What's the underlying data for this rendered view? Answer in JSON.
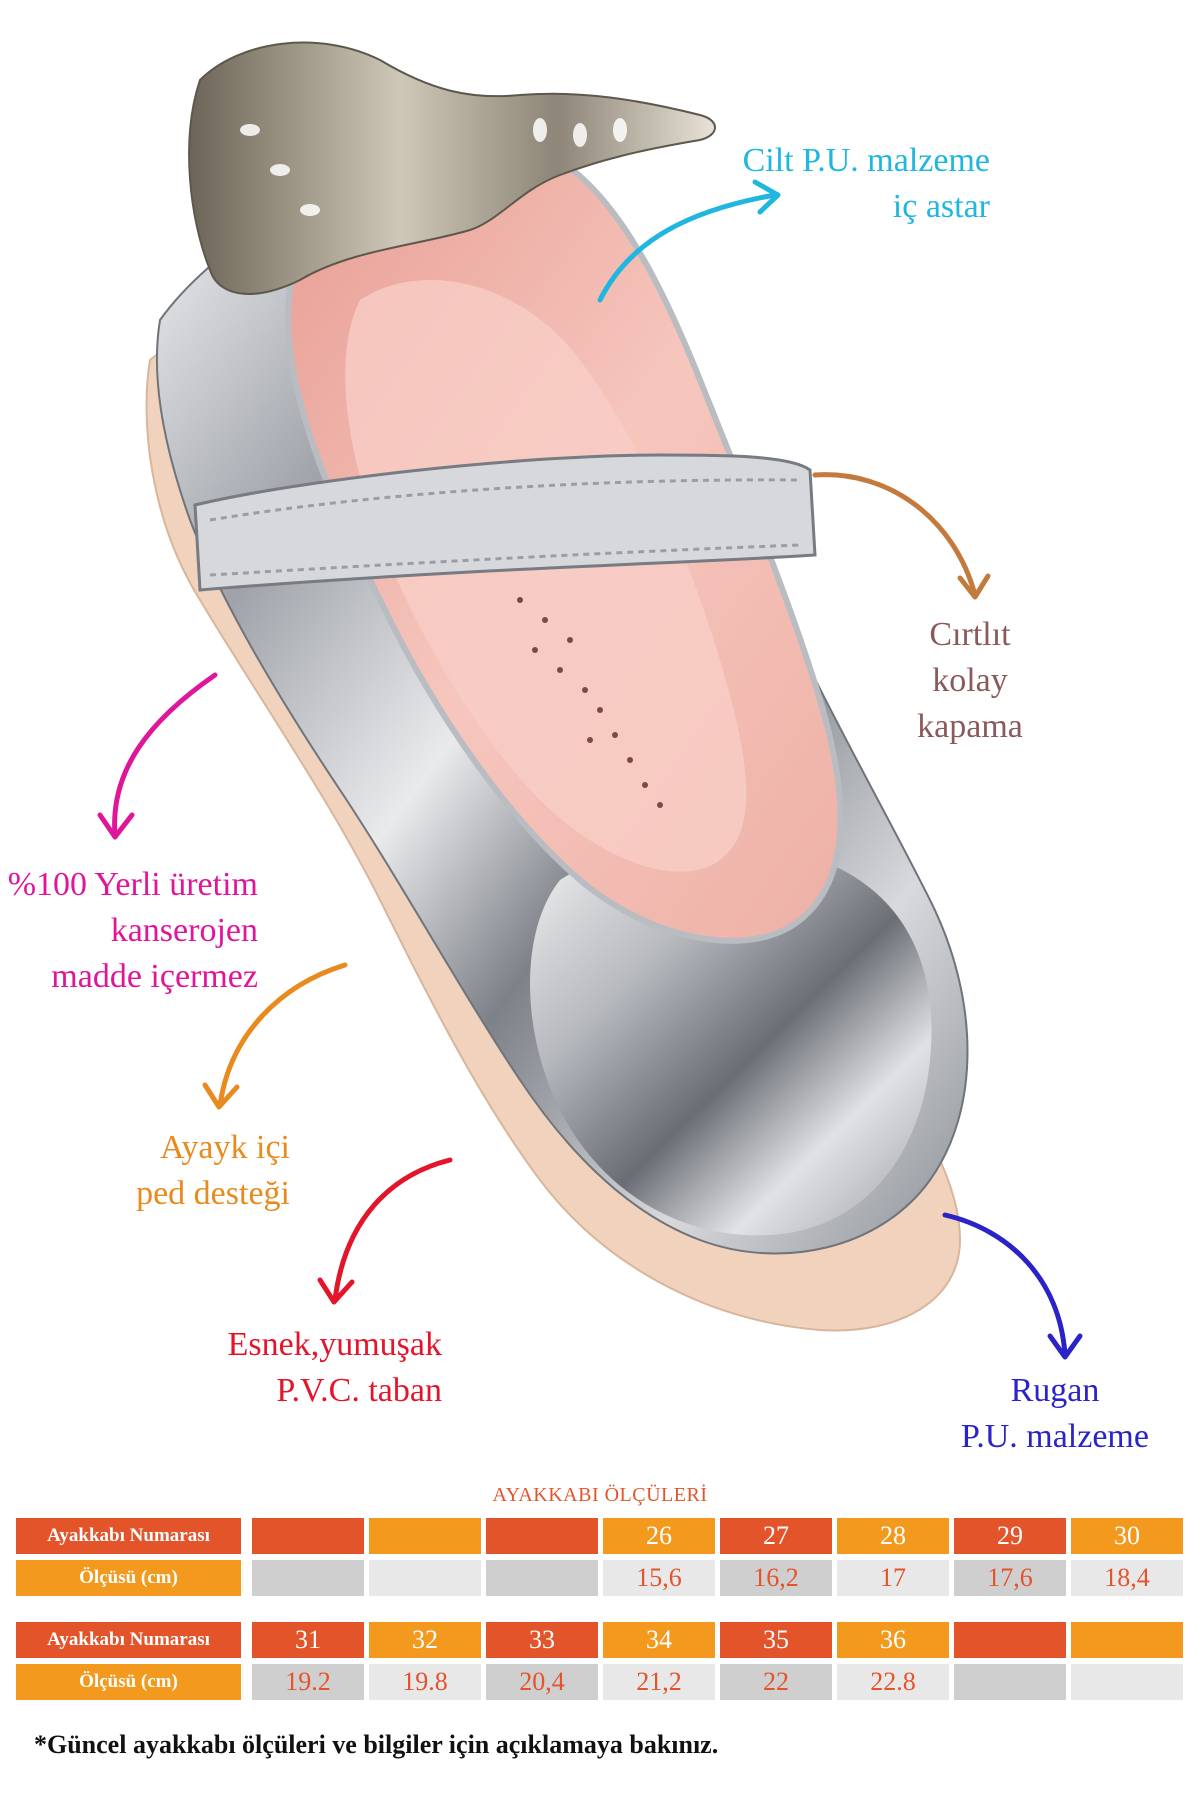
{
  "callouts": {
    "lining": {
      "lines": [
        "Cilt P.U. malzeme",
        "iç astar"
      ],
      "color": "#1fb6e0"
    },
    "closure": {
      "lines": [
        "Cırtlıt",
        "kolay",
        "kapama"
      ],
      "color": "#8a5a5a"
    },
    "local": {
      "lines": [
        "%100 Yerli üretim",
        "kanserojen",
        "madde içermez"
      ],
      "color": "#e0169a"
    },
    "insole": {
      "lines": [
        "Ayayk içi",
        "ped desteği"
      ],
      "color": "#e98a1e"
    },
    "sole": {
      "lines": [
        "Esnek,yumuşak",
        "P.V.C. taban"
      ],
      "color": "#e4142a"
    },
    "upper": {
      "lines": [
        "Rugan",
        "P.U. malzeme"
      ],
      "color": "#2a23c8"
    }
  },
  "size_table": {
    "title": "AYAKKABI ÖLÇÜLERİ",
    "number_label": "Ayakkabı Numarası",
    "measure_label": "Ölçüsü (cm)",
    "blocks": [
      {
        "numbers": [
          "",
          "",
          "",
          "26",
          "27",
          "28",
          "29",
          "30"
        ],
        "measures": [
          "",
          "",
          "",
          "15,6",
          "16,2",
          "17",
          "17,6",
          "18,4"
        ]
      },
      {
        "numbers": [
          "31",
          "32",
          "33",
          "34",
          "35",
          "36",
          "",
          ""
        ],
        "measures": [
          "19.2",
          "19.8",
          "20,4",
          "21,2",
          "22",
          "22.8",
          "",
          ""
        ]
      }
    ]
  },
  "footnote": "*Güncel ayakkabı ölçüleri ve bilgiler için açıklamaya bakınız.",
  "colors": {
    "orange_dark": "#e4542a",
    "orange_light": "#f39a1e",
    "grey_dark": "#cfcfcf",
    "grey_light": "#e8e8e8",
    "silver": "#c9ccd1",
    "lining_pink": "#f2b7ae",
    "sole_beige": "#f1d3bd"
  }
}
